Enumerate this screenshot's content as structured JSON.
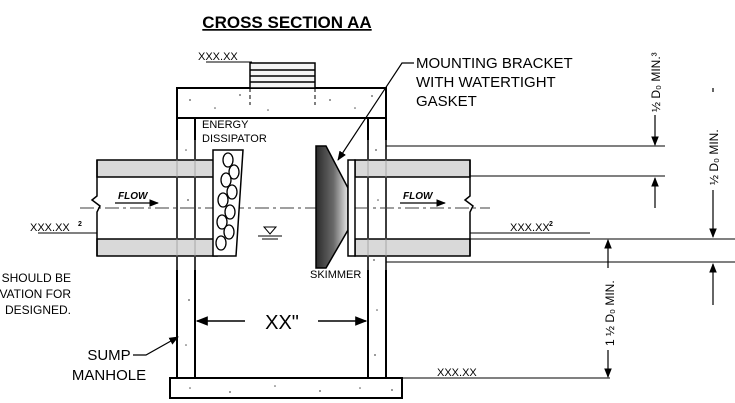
{
  "title": "CROSS SECTION AA",
  "labels": {
    "top_elevation": "XXX.XX",
    "mounting_bracket_line1": "MOUNTING BRACKET",
    "mounting_bracket_line2": "WITH WATERTIGHT",
    "mounting_bracket_line3": "GASKET",
    "energy_dissipator_line1": "ENERGY",
    "energy_dissipator_line2": "DISSIPATOR",
    "skimmer": "SKIMMER",
    "flow_left": "FLOW",
    "flow_right": "FLOW",
    "inlet_elevation": "XXX.XX",
    "inlet_elevation_sup": "2",
    "outlet_elevation": "XXX.XX",
    "outlet_elevation_sup": "2",
    "interior_width": "XX\"",
    "sump_manhole_line1": "SUMP",
    "sump_manhole_line2": "MANHOLE",
    "bottom_elevation": "XXX.XX",
    "note_line1": "SHOULD BE",
    "note_line2": "VATION FOR",
    "note_line3": "DESIGNED."
  },
  "dimensions": {
    "top_clearance": "½ D₀ MIN.³",
    "pipe_dia": "½ D₀ MIN.",
    "sump_depth": "1 ½ D₀ MIN."
  },
  "colors": {
    "line": "#000000",
    "pipe_fill": "#d9d9d9",
    "concrete": "#ffffff",
    "skimmer_dark": "#2b2b2b",
    "skimmer_light": "#e0e0e0",
    "grate_fill": "#f4f4f4"
  }
}
